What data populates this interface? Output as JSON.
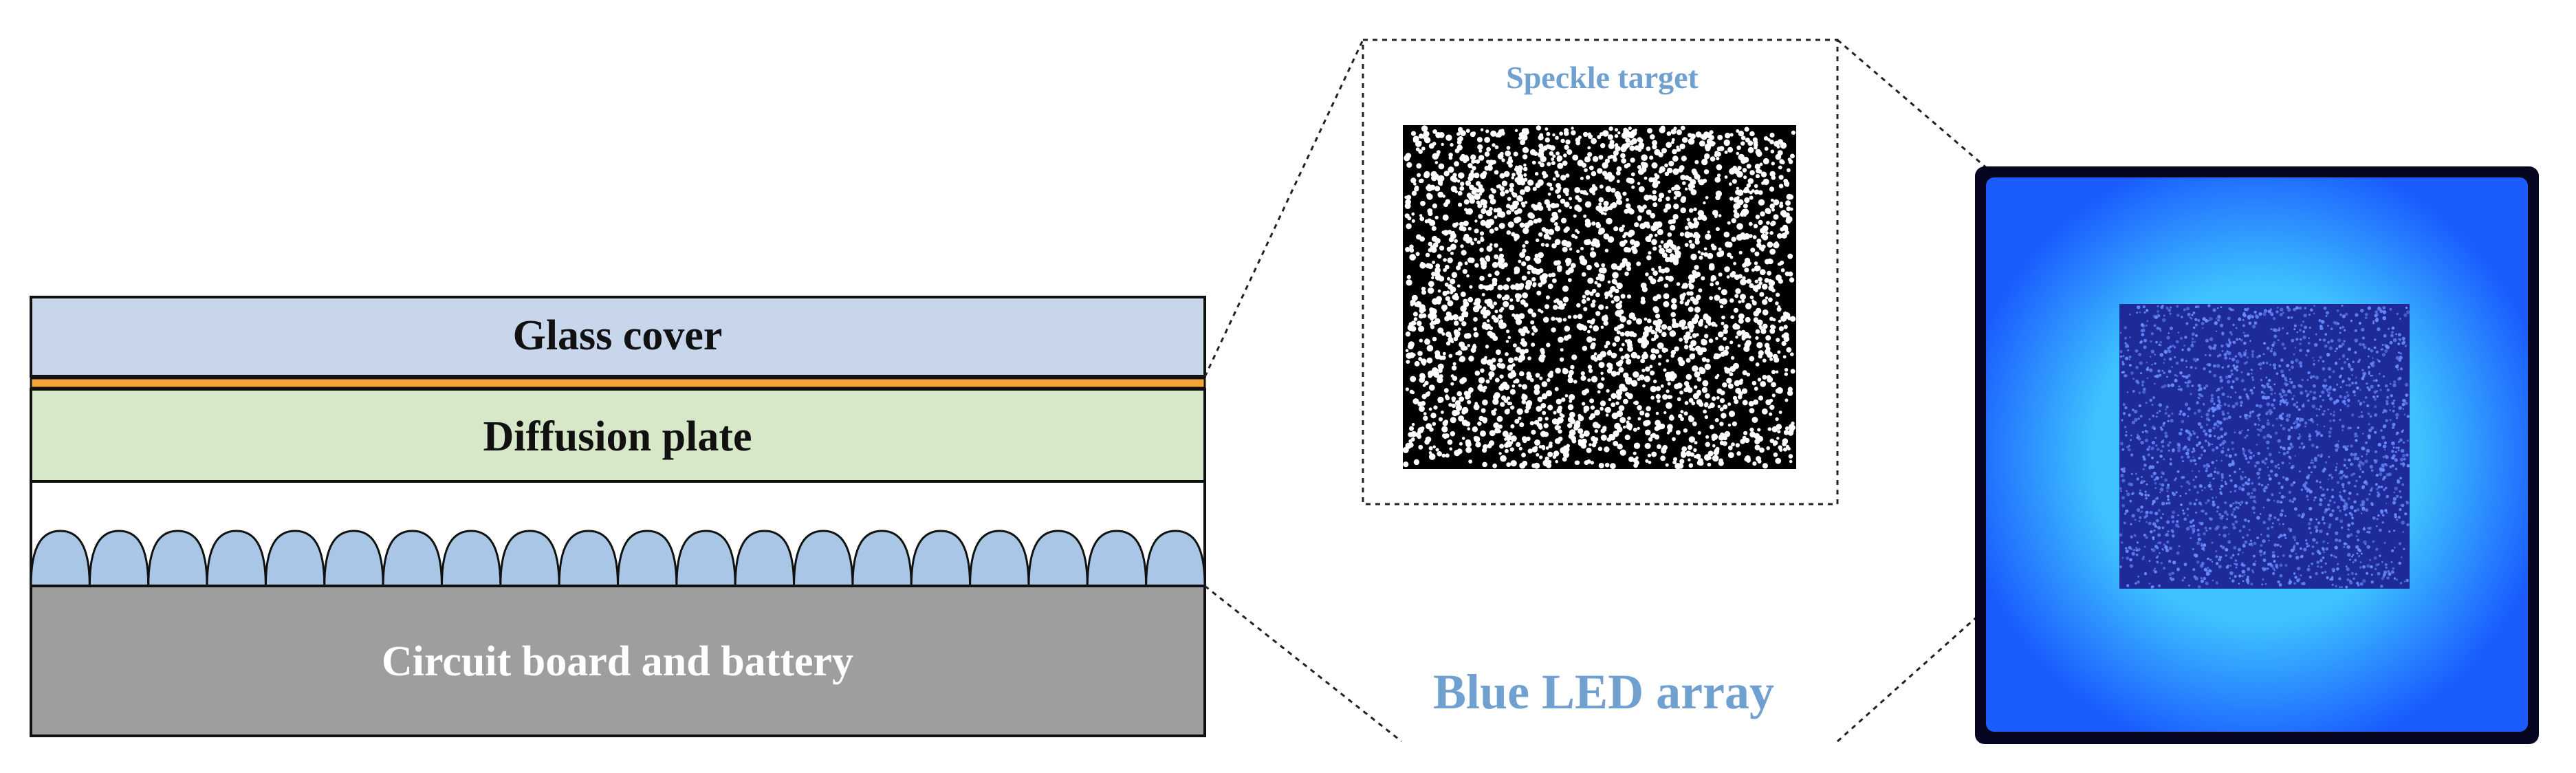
{
  "layers": {
    "glass_cover": "Glass cover",
    "diffusion_plate": "Diffusion plate",
    "circuit_board": "Circuit board and battery"
  },
  "callouts": {
    "speckle_target": "Speckle target",
    "blue_led_array": "Blue LED array"
  },
  "led_count": 20,
  "colors": {
    "glass": "#c7d6ea",
    "orange_film": "#f2a53a",
    "diffusion": "#d6e8c8",
    "circuit": "#9e9e9e",
    "led_dome": "#a9c6e6",
    "callout_text": "#6fa0d0",
    "panel_frame": "#05051f",
    "panel_glow": "#1a5cff",
    "panel_bright": "#3ec2ff",
    "panel_core": "#202a9a"
  }
}
